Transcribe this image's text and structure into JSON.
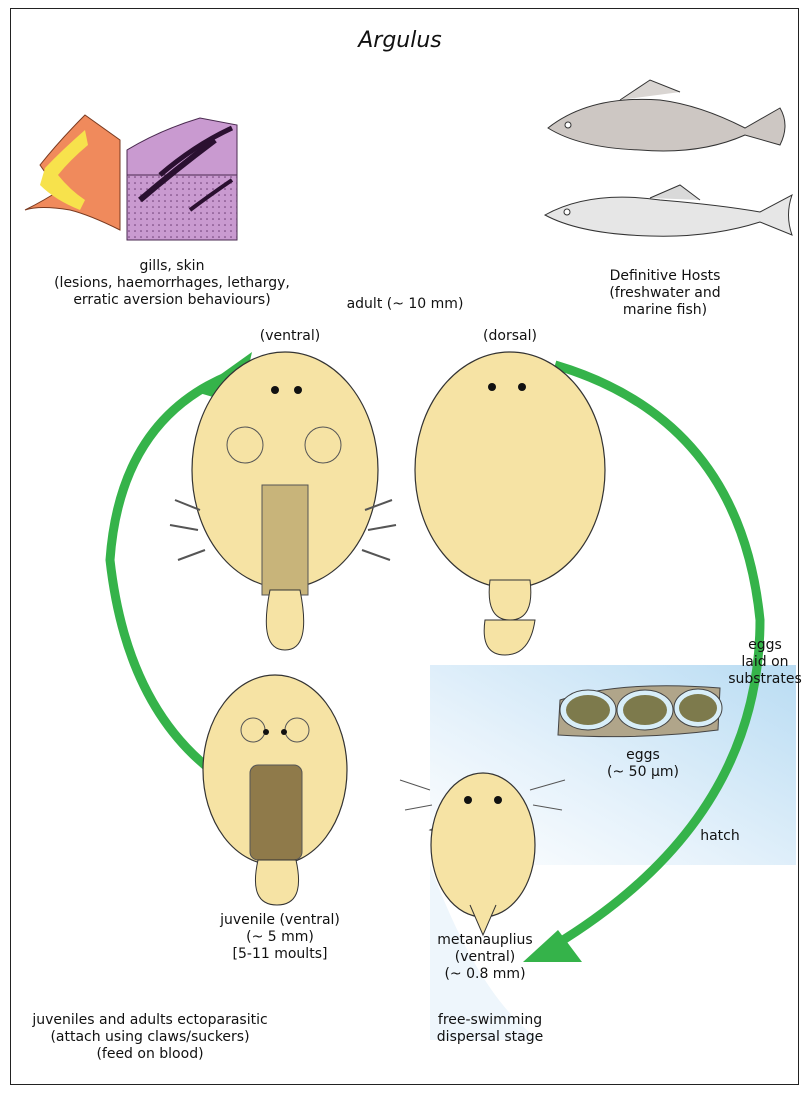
{
  "title": "Argulus",
  "labels": {
    "gills_skin": [
      "gills, skin",
      "(lesions, haemorrhages, lethargy,",
      "erratic aversion behaviours)"
    ],
    "hosts": [
      "Definitive Hosts",
      "(freshwater and",
      "marine fish)"
    ],
    "adult": "adult (~ 10 mm)",
    "ventral": "(ventral)",
    "dorsal": "(dorsal)",
    "eggs_laid": [
      "eggs",
      "laid on",
      "substrates"
    ],
    "eggs": [
      "eggs",
      "(~ 50 µm)"
    ],
    "hatch": "hatch",
    "metanauplius": [
      "metanauplius",
      "(ventral)",
      "(~ 0.8 mm)"
    ],
    "juvenile": [
      "juvenile (ventral)",
      "(~ 5 mm)",
      "[5-11 moults]"
    ],
    "free_swimming": [
      "free-swimming",
      "dispersal stage"
    ],
    "ectoparasitic": [
      "juveniles and adults ectoparasitic",
      "(attach using claws/suckers)",
      "(feed on blood)"
    ]
  },
  "colors": {
    "body": "#f6e3a4",
    "body_dark": "#c8b47a",
    "arrow": "#35b34a",
    "water_top": "#c9e3f6",
    "gill": "#f08a5c",
    "gill_inner": "#f7e24c",
    "skin": "#c99ad0",
    "fish": "#cdc7c3",
    "fish2": "#e6e6e6"
  }
}
